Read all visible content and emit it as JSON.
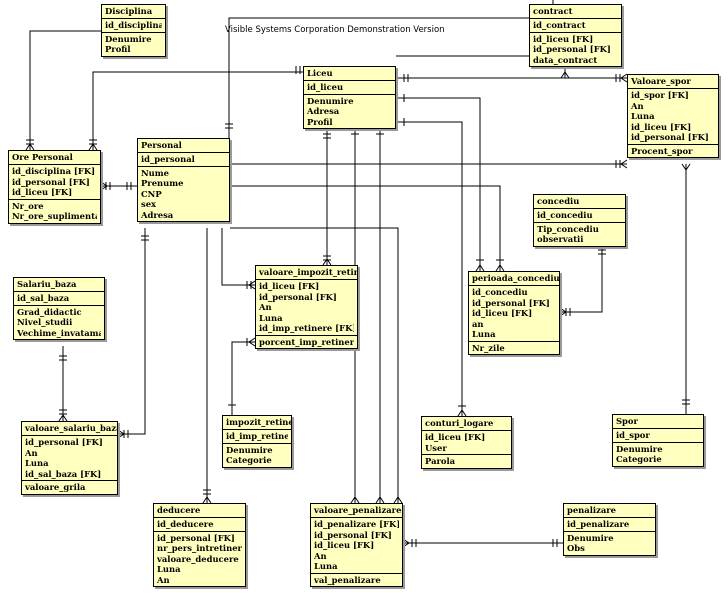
{
  "watermark": "Visible Systems Corporation Demonstration Version",
  "entities": [
    {
      "id": "disciplina",
      "name": "Disciplina",
      "key": [
        "id_disciplina"
      ],
      "attrs": [
        "Denumire",
        "Profil"
      ]
    },
    {
      "id": "contract",
      "name": "contract",
      "key": [
        "id_contract"
      ],
      "attrs": [
        "id_liceu [FK]",
        "id_personal [FK]",
        "data_contract"
      ]
    },
    {
      "id": "liceu",
      "name": "Liceu",
      "key": [
        "id_liceu"
      ],
      "attrs": [
        "Denumire",
        "Adresa",
        "Profil"
      ]
    },
    {
      "id": "valoare-spor",
      "name": "Valoare_spor",
      "key": [
        "id_spor [FK]",
        "An",
        "Luna",
        "id_liceu [FK]",
        "id_personal [FK]"
      ],
      "attrs": [
        "Procent_spor"
      ]
    },
    {
      "id": "ore-personal",
      "name": "Ore Personal",
      "key": [
        "id_disciplina [FK]",
        "id_personal [FK]",
        "id_liceu [FK]"
      ],
      "attrs": [
        "Nr_ore",
        "Nr_ore_suplimentare"
      ]
    },
    {
      "id": "personal",
      "name": "Personal",
      "key": [
        "id_personal"
      ],
      "attrs": [
        "Nume",
        "Prenume",
        "CNP",
        "sex",
        "Adresa"
      ]
    },
    {
      "id": "concediu",
      "name": "concediu",
      "key": [
        "id_concediu"
      ],
      "attrs": [
        "Tip_concediu",
        "observatii"
      ]
    },
    {
      "id": "salariu-baza",
      "name": "Salariu_baza",
      "key": [
        "id_sal_baza"
      ],
      "attrs": [
        "Grad_didactic",
        "Nivel_studii",
        "Vechime_invatamant"
      ]
    },
    {
      "id": "valoare-impozit-retinere",
      "name": "valoare_impozit_retinere",
      "key": [
        "id_liceu [FK]",
        "id_personal [FK]",
        "An",
        "Luna",
        "id_imp_retinere [FK]"
      ],
      "attrs": [
        "porcent_imp_retinere"
      ]
    },
    {
      "id": "perioada-concediu",
      "name": "perioada_concediu",
      "key": [
        "id_concediu",
        "id_personal [FK]",
        "id_liceu [FK]",
        "an",
        "Luna"
      ],
      "attrs": [
        "Nr_zile"
      ]
    },
    {
      "id": "impozit-retinere",
      "name": "impozit_retinere",
      "key": [
        "id_imp_retinere"
      ],
      "attrs": [
        "Denumire",
        "Categorie"
      ]
    },
    {
      "id": "conturi-logare",
      "name": "conturi_logare",
      "key": [
        "id_liceu [FK]",
        "User"
      ],
      "attrs": [
        "Parola"
      ]
    },
    {
      "id": "spor",
      "name": "Spor",
      "key": [
        "id_spor"
      ],
      "attrs": [
        "Denumire",
        "Categorie"
      ]
    },
    {
      "id": "valoare-salariu-baza",
      "name": "valoare_salariu_baza",
      "key": [
        "id_personal [FK]",
        "An",
        "Luna",
        "id_sal_baza [FK]"
      ],
      "attrs": [
        "valoare_grila"
      ]
    },
    {
      "id": "deducere",
      "name": "deducere",
      "key": [
        "id_deducere"
      ],
      "attrs": [
        "id_personal [FK]",
        "nr_pers_intretinere",
        "valoare_deducere",
        "Luna",
        "An"
      ]
    },
    {
      "id": "valoare-penalizare",
      "name": "valoare_penalizare",
      "key": [
        "id_penalizare [FK]",
        "id_personal [FK]",
        "id_liceu [FK]",
        "An",
        "Luna"
      ],
      "attrs": [
        "val_penalizare"
      ]
    },
    {
      "id": "penalizare",
      "name": "penalizare",
      "key": [
        "id_penalizare"
      ],
      "attrs": [
        "Denumire",
        "Obs"
      ]
    }
  ]
}
